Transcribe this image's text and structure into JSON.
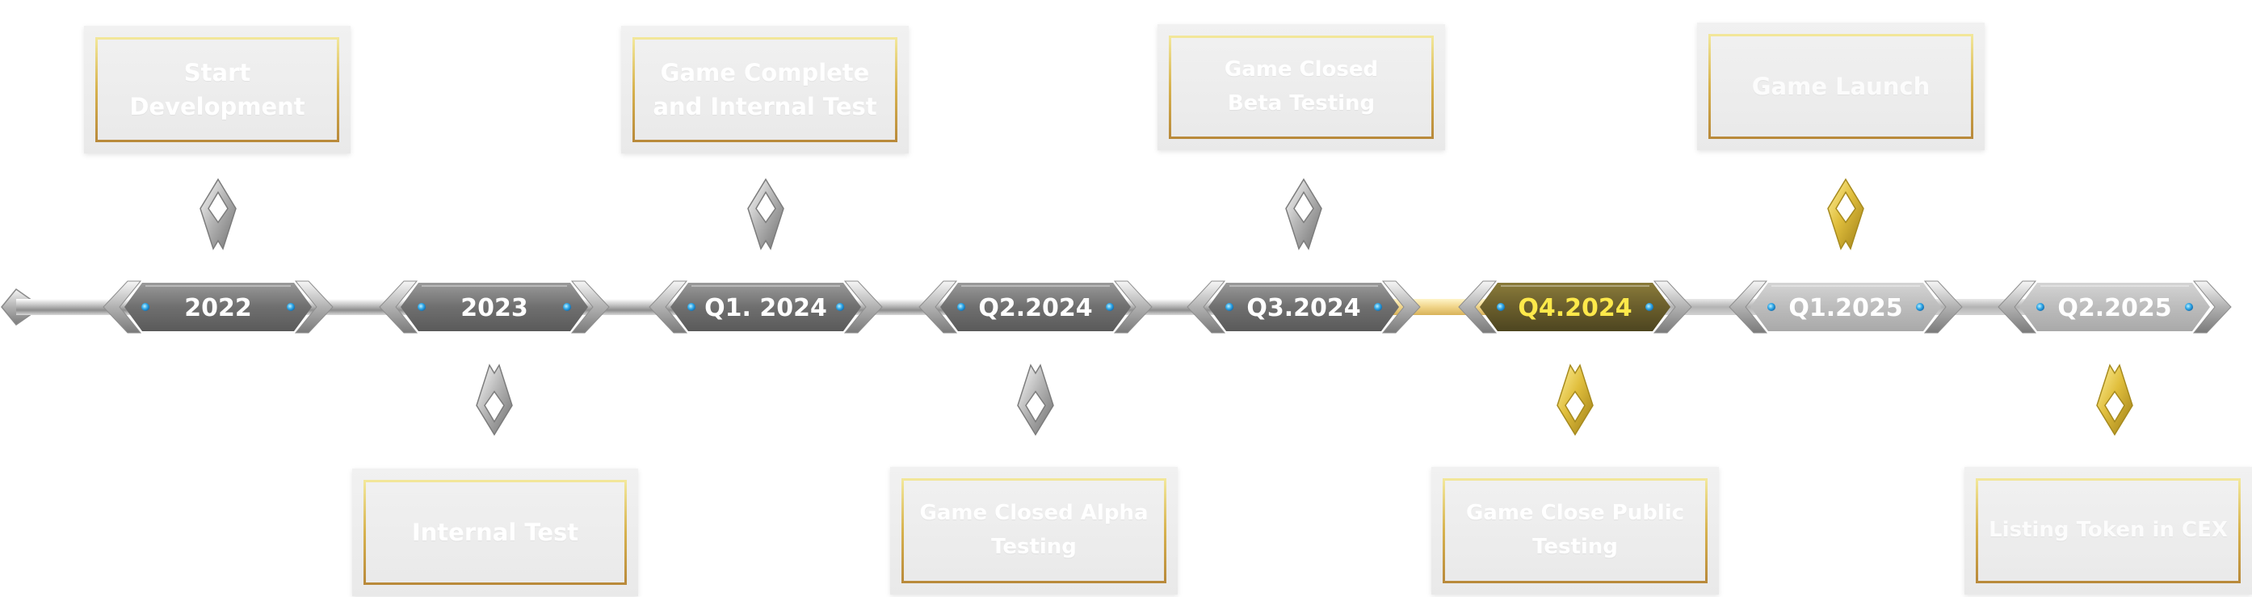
{
  "colors": {
    "active_text": "#ffe94a",
    "inactive_text": "#ffffff",
    "dark_segment": "#7b7b7b",
    "gold_segment": "#f0d488",
    "light_segment": "#b9b9b9"
  },
  "milestones": [
    {
      "year_label": "2022",
      "event": "Start\nDevelopment",
      "position": "above",
      "state": "done"
    },
    {
      "year_label": "2023",
      "event": "Internal Test",
      "position": "below",
      "state": "done"
    },
    {
      "year_label": "Q1. 2024",
      "event": "Game Complete\nand Internal Test",
      "position": "above",
      "state": "done"
    },
    {
      "year_label": "Q2.2024",
      "event": "Game Closed Alpha\nTesting",
      "position": "below",
      "state": "done"
    },
    {
      "year_label": "Q3.2024",
      "event": "Game Closed\nBeta Testing",
      "position": "above",
      "state": "done"
    },
    {
      "year_label": "Q4.2024",
      "event": "Game Close Public\nTesting",
      "position": "below",
      "state": "current"
    },
    {
      "year_label": "Q1.2025",
      "event": "Game Launch",
      "position": "above",
      "state": "upcoming"
    },
    {
      "year_label": "Q2.2025",
      "event": "Listing Token in CEX",
      "position": "below",
      "state": "upcoming"
    }
  ]
}
